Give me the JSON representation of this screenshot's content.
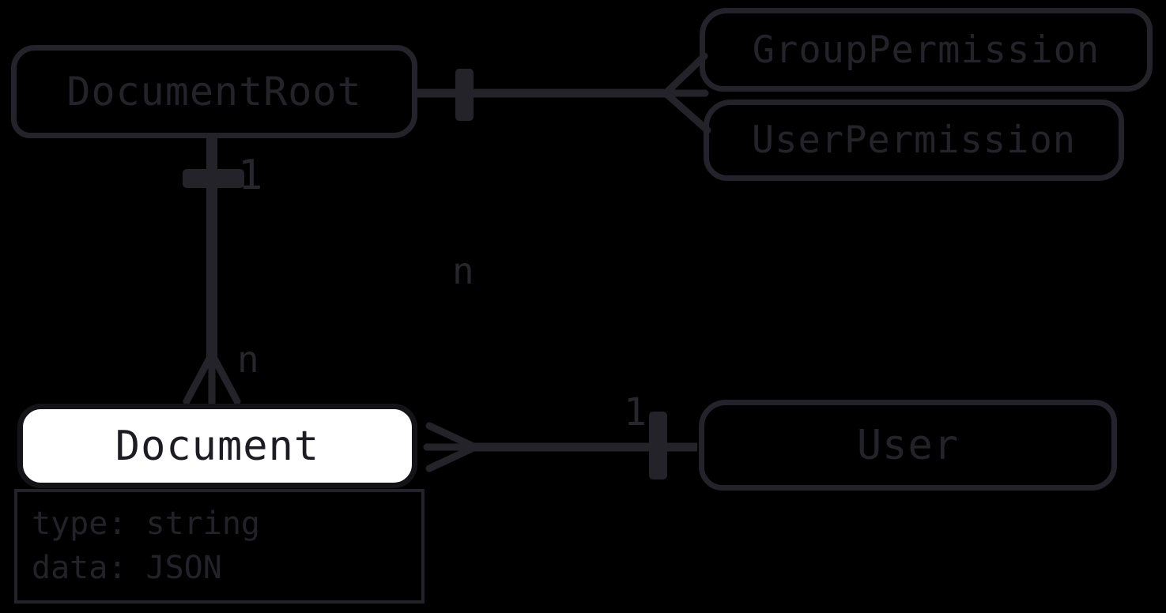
{
  "diagram_type": "entity-relationship-diagram",
  "colors": {
    "background": "#000000",
    "stroke": "#232329",
    "document_node_fill": "#ffffff",
    "document_node_text": "#1c1c22"
  },
  "entities": {
    "document_root": {
      "label": "DocumentRoot"
    },
    "group_permission": {
      "label": "GroupPermission"
    },
    "user_permission": {
      "label": "UserPermission"
    },
    "document": {
      "label": "Document",
      "attributes": [
        "type: string",
        "data: JSON"
      ]
    },
    "user": {
      "label": "User"
    }
  },
  "cardinality_labels": {
    "root_to_document_one": "1",
    "root_to_document_many": "n",
    "permissions_many": "n",
    "user_one": "1"
  },
  "relationships": [
    {
      "from": "DocumentRoot",
      "to": "GroupPermission / UserPermission",
      "from_marker": "one-tick",
      "to_marker": "crow-foot-many"
    },
    {
      "from": "DocumentRoot",
      "to": "Document",
      "from_marker": "one-tick",
      "to_marker": "crow-foot-many",
      "from_label": "1",
      "to_label": "n"
    },
    {
      "from": "Document",
      "to": "User",
      "from_marker": "crow-foot-many",
      "to_marker": "one-tick",
      "to_label": "1"
    }
  ]
}
